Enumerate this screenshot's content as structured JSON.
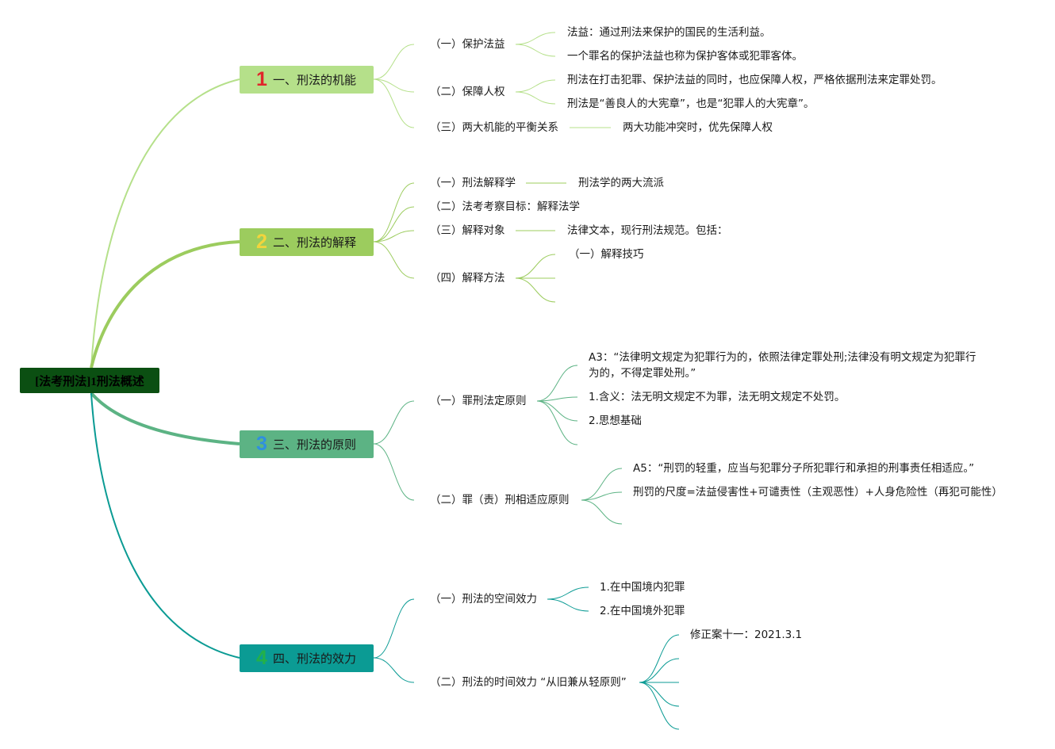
{
  "root": {
    "label": "[法考刑法]1刑法概述"
  },
  "colors": {
    "b1": "#b5e08a",
    "b2": "#9ccc5e",
    "b3": "#5cb384",
    "b4": "#0b9b94",
    "root_bg": "#0b4f12"
  },
  "branches": [
    {
      "num": "1",
      "num_color": "#e0262b",
      "label": "一、刑法的机能",
      "children": [
        {
          "label": "（一）保护法益",
          "items": [
            "法益：通过刑法来保护的国民的生活利益。",
            "一个罪名的保护法益也称为保护客体或犯罪客体。"
          ]
        },
        {
          "label": "（二）保障人权",
          "items": [
            "刑法在打击犯罪、保护法益的同时，也应保障人权，严格依据刑法来定罪处罚。",
            "刑法是“善良人的大宪章”，也是“犯罪人的大宪章”。"
          ]
        },
        {
          "label": "（三）两大机能的平衡关系",
          "items": [
            "两大功能冲突时，优先保障人权"
          ]
        }
      ]
    },
    {
      "num": "2",
      "num_color": "#f2d43c",
      "label": "二、刑法的解释",
      "children": [
        {
          "label": "（一）刑法解释学",
          "items": [
            "刑法学的两大流派"
          ]
        },
        {
          "label": "（二）法考考察目标：解释法学",
          "items": []
        },
        {
          "label": "（三）解释对象",
          "items": [
            "法律文本，现行刑法规范。包括："
          ]
        },
        {
          "label": "（四）解释方法",
          "items": [
            "（一）解释技巧"
          ]
        }
      ]
    },
    {
      "num": "3",
      "num_color": "#2f8fe0",
      "label": "三、刑法的原则",
      "children": [
        {
          "label": "（一）罪刑法定原则",
          "items": [
            "A3：“法律明文规定为犯罪行为的，依照法律定罪处刑;法律没有明文规定为犯罪行为的，不得定罪处刑。”",
            "1.含义：法无明文规定不为罪，法无明文规定不处罚。",
            "2.思想基础"
          ]
        },
        {
          "label": "（二）罪（责）刑相适应原则",
          "items": [
            "A5：“刑罚的轻重，应当与犯罪分子所犯罪行和承担的刑事责任相适应。”",
            "刑罚的尺度=法益侵害性+可谴责性（主观恶性）+人身危险性（再犯可能性）"
          ]
        }
      ]
    },
    {
      "num": "4",
      "num_color": "#22b04a",
      "label": "四、刑法的效力",
      "children": [
        {
          "label": "（一）刑法的空间效力",
          "items": [
            "1.在中国境内犯罪",
            "2.在中国境外犯罪"
          ]
        },
        {
          "label": "（二）刑法的时间效力 “从旧兼从轻原则”",
          "items": [
            "修正案十一：2021.3.1"
          ]
        }
      ]
    }
  ]
}
